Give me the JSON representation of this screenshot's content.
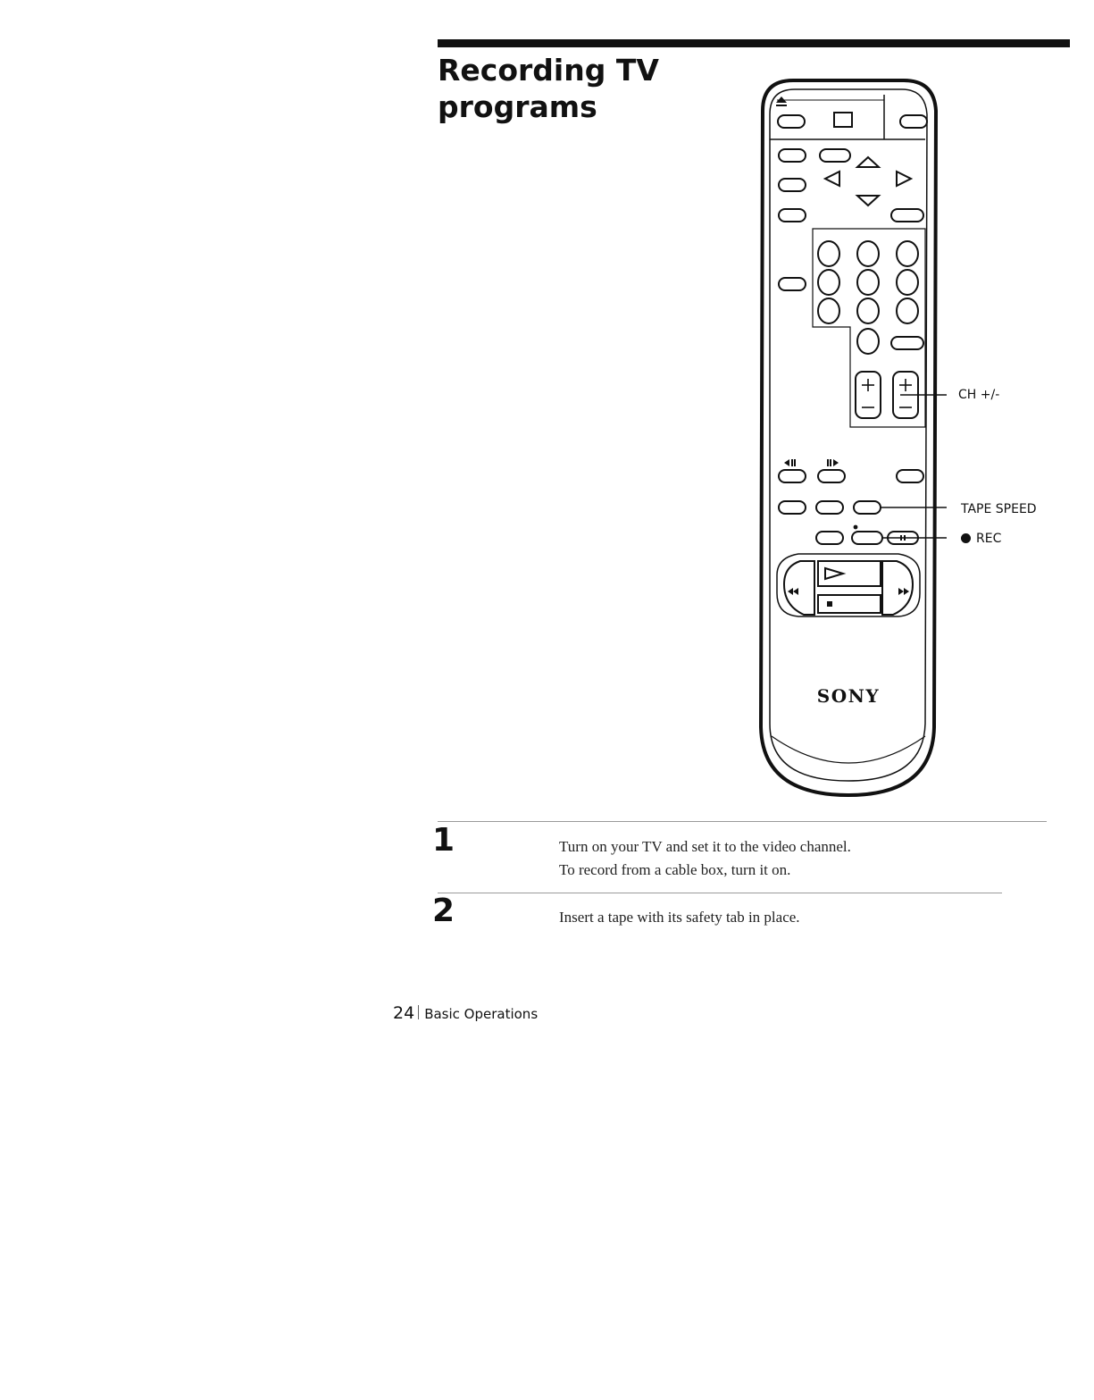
{
  "page": {
    "title_line1": "Recording TV",
    "title_line2": "programs"
  },
  "remote": {
    "brand": "SONY",
    "callouts": {
      "ch": "CH +/-",
      "tape_speed": "TAPE SPEED",
      "rec": "REC"
    },
    "icons": [
      "eject-icon",
      "play-icon",
      "stop-icon",
      "rewind-icon",
      "fast-forward-icon",
      "pause-icon",
      "record-icon",
      "arrow-up-icon",
      "arrow-down-icon",
      "arrow-left-icon",
      "arrow-right-icon"
    ]
  },
  "steps": [
    {
      "number": "1",
      "lines": [
        "Turn on your TV and set it to the video channel.",
        "To record from a cable box, turn it on."
      ]
    },
    {
      "number": "2",
      "lines": [
        "Insert a tape with its safety tab in place."
      ]
    }
  ],
  "footer": {
    "page_number": "24",
    "section": "Basic Operations"
  }
}
